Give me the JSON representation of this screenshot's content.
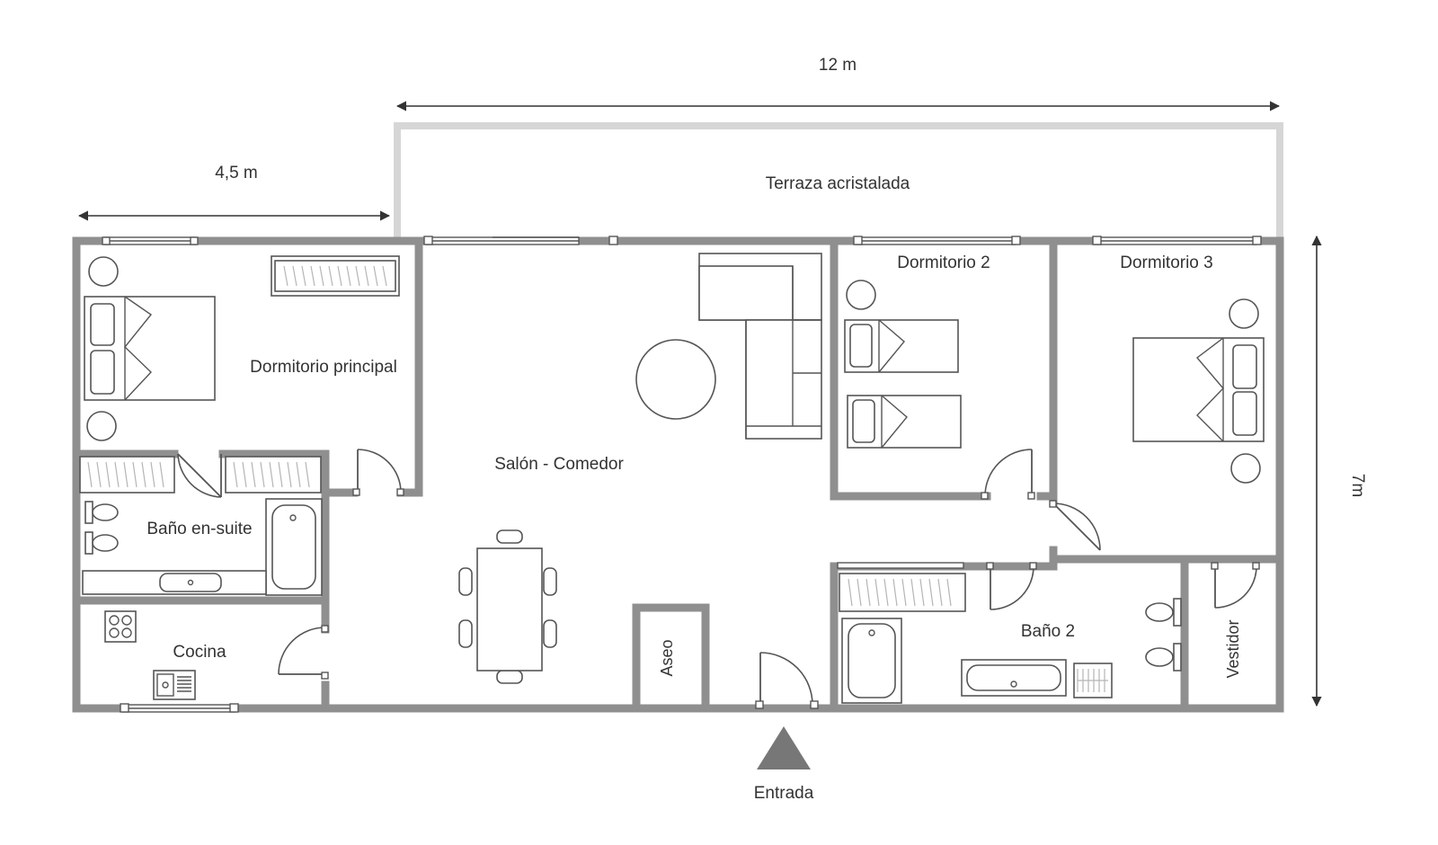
{
  "dimensions": {
    "total_width": "12 m",
    "bedroom_width": "4,5 m",
    "depth": "7m"
  },
  "rooms": {
    "terrace": "Terraza acristalada",
    "master_bedroom": "Dormitorio principal",
    "living_dining": "Salón - Comedor",
    "bedroom_2": "Dormitorio 2",
    "bedroom_3": "Dormitorio 3",
    "ensuite_bath": "Baño en-suite",
    "kitchen": "Cocina",
    "toilet": "Aseo",
    "bath_2": "Baño 2",
    "dressing": "Vestidor"
  },
  "entrance": {
    "label": "Entrada"
  },
  "colors": {
    "wall": "#8f8f8f",
    "terrace_wall": "#d6d6d6",
    "furniture": "#555555",
    "entrance_marker": "#777777"
  }
}
